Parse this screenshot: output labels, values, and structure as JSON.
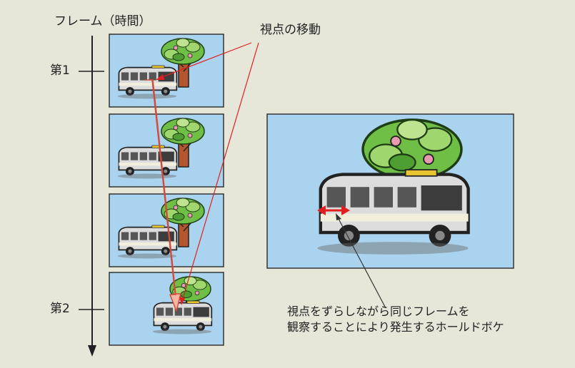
{
  "axis": {
    "title": "フレーム（時間）"
  },
  "frames": [
    {
      "label": "第1"
    },
    {
      "label": "第2"
    }
  ],
  "annotation": {
    "text": "視点の移動"
  },
  "caption": {
    "line1": "視点をずらしながら同じフレームを",
    "line2": "観察することにより発生するホールドボケ"
  },
  "colors": {
    "background": "#e6e6d9",
    "sky": "#a9d3ef",
    "arrow_fill": "#f5b7a2",
    "arrow_outline": "#d44a3a",
    "pointer_line": "#e02020",
    "blur_arrow": "#e02020",
    "foliage": "#6fbf47",
    "trunk": "#b5562f"
  },
  "icons": [
    "bus-illustration",
    "tree-illustration",
    "double-arrow-icon",
    "down-arrow-icon"
  ]
}
